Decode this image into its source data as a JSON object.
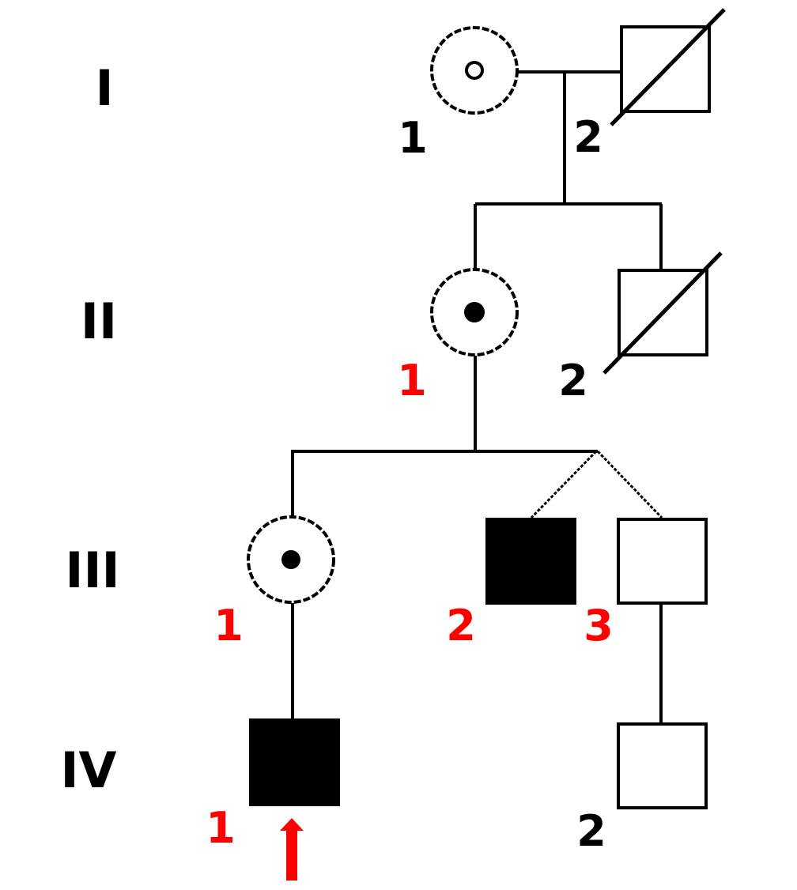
{
  "colors": {
    "line": "#000000",
    "affected": "#000000",
    "label_red": "#ff0000",
    "label_black": "#000000",
    "arrow": "#ff0000"
  },
  "generations": [
    {
      "label": "I"
    },
    {
      "label": "II"
    },
    {
      "label": "III"
    },
    {
      "label": "IV"
    }
  ],
  "individuals": {
    "I1": {
      "id": "1",
      "sex": "female",
      "status": "carrier-small-dot",
      "label_color": "black"
    },
    "I2": {
      "id": "2",
      "sex": "male",
      "status": "deceased",
      "label_color": "black"
    },
    "II1": {
      "id": "1",
      "sex": "female",
      "status": "carrier",
      "label_color": "red"
    },
    "II2": {
      "id": "2",
      "sex": "male",
      "status": "deceased",
      "label_color": "black"
    },
    "III1": {
      "id": "1",
      "sex": "female",
      "status": "carrier",
      "label_color": "red"
    },
    "III2": {
      "id": "2",
      "sex": "male",
      "status": "affected",
      "twin": "dizygotic",
      "label_color": "red"
    },
    "III3": {
      "id": "3",
      "sex": "male",
      "status": "unaffected",
      "twin": "dizygotic",
      "label_color": "red"
    },
    "IV1": {
      "id": "1",
      "sex": "male",
      "status": "affected",
      "proband": true,
      "label_color": "red"
    },
    "IV2": {
      "id": "2",
      "sex": "male",
      "status": "unaffected",
      "label_color": "black"
    }
  },
  "proband_marker": "arrow-up"
}
